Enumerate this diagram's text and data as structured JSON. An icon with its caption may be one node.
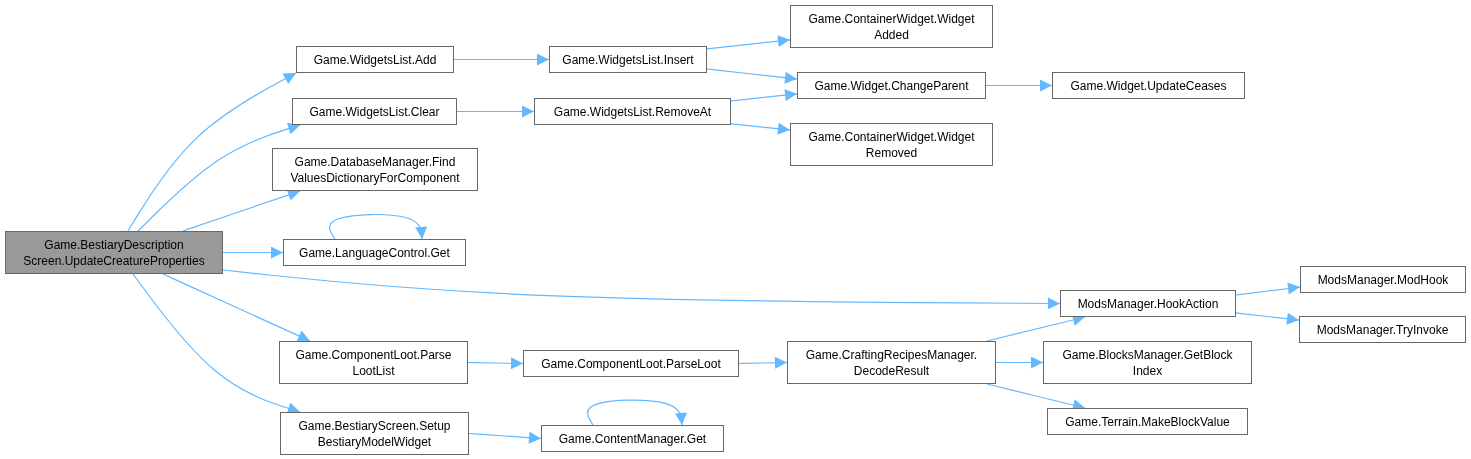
{
  "diagram": {
    "nodes": [
      {
        "text": [
          "Game.BestiaryDescription Screen.UpdateCreatureProperties"
        ]
      },
      {
        "text": [
          "Game.WidgetsList.Add"
        ]
      },
      {
        "text": [
          "Game.WidgetsList.Clear"
        ]
      },
      {
        "text": [
          "Game.DatabaseManager.Find ValuesDictionaryForComponent"
        ]
      },
      {
        "text": [
          "Game.LanguageControl.Get"
        ]
      },
      {
        "text": [
          "Game.ComponentLoot.Parse LootList"
        ]
      },
      {
        "text": [
          "Game.BestiaryScreen.Setup BestiaryModelWidget"
        ]
      },
      {
        "text": [
          "Game.WidgetsList.Insert"
        ]
      },
      {
        "text": [
          "Game.WidgetsList.RemoveAt"
        ]
      },
      {
        "text": [
          "Game.ComponentLoot.ParseLoot"
        ]
      },
      {
        "text": [
          "Game.ContentManager.Get"
        ]
      },
      {
        "text": [
          "Game.ContainerWidget.Widget Added"
        ]
      },
      {
        "text": [
          "Game.Widget.ChangeParent"
        ]
      },
      {
        "text": [
          "Game.ContainerWidget.Widget Removed"
        ]
      },
      {
        "text": [
          "Game.CraftingRecipesManager. DecodeResult"
        ]
      },
      {
        "text": [
          "Game.Widget.UpdateCeases"
        ]
      },
      {
        "text": [
          "ModsManager.HookAction"
        ]
      },
      {
        "text": [
          "Game.BlocksManager.GetBlock Index"
        ]
      },
      {
        "text": [
          "Game.Terrain.MakeBlockValue"
        ]
      },
      {
        "text": [
          "ModsManager.ModHook"
        ]
      },
      {
        "text": [
          "ModsManager.TryInvoke"
        ]
      }
    ],
    "edges": [
      {
        "from": 0,
        "to": 1,
        "arrow": "to"
      },
      {
        "from": 0,
        "to": 2,
        "arrow": "to"
      },
      {
        "from": 0,
        "to": 3,
        "arrow": "to"
      },
      {
        "from": 0,
        "to": 4,
        "arrow": "to"
      },
      {
        "from": 0,
        "to": 16,
        "arrow": "to"
      },
      {
        "from": 0,
        "to": 5,
        "arrow": "to"
      },
      {
        "from": 0,
        "to": 6,
        "arrow": "to"
      },
      {
        "from": 1,
        "to": 7,
        "arrow": "to"
      },
      {
        "from": 2,
        "to": 8,
        "arrow": "to"
      },
      {
        "from": 4,
        "to": 4,
        "arrow": "to"
      },
      {
        "from": 5,
        "to": 9,
        "arrow": "to"
      },
      {
        "from": 6,
        "to": 10,
        "arrow": "to"
      },
      {
        "from": 10,
        "to": 10,
        "arrow": "to"
      },
      {
        "from": 7,
        "to": 11,
        "arrow": "to"
      },
      {
        "from": 7,
        "to": 12,
        "arrow": "to"
      },
      {
        "from": 8,
        "to": 12,
        "arrow": "to"
      },
      {
        "from": 8,
        "to": 13,
        "arrow": "to"
      },
      {
        "from": 12,
        "to": 15,
        "arrow": "to"
      },
      {
        "from": 9,
        "to": 14,
        "arrow": "to"
      },
      {
        "from": 14,
        "to": 16,
        "arrow": "to"
      },
      {
        "from": 14,
        "to": 17,
        "arrow": "to"
      },
      {
        "from": 14,
        "to": 18,
        "arrow": "to"
      },
      {
        "from": 16,
        "to": 19,
        "arrow": "to"
      },
      {
        "from": 16,
        "to": 20,
        "arrow": "to"
      }
    ]
  }
}
